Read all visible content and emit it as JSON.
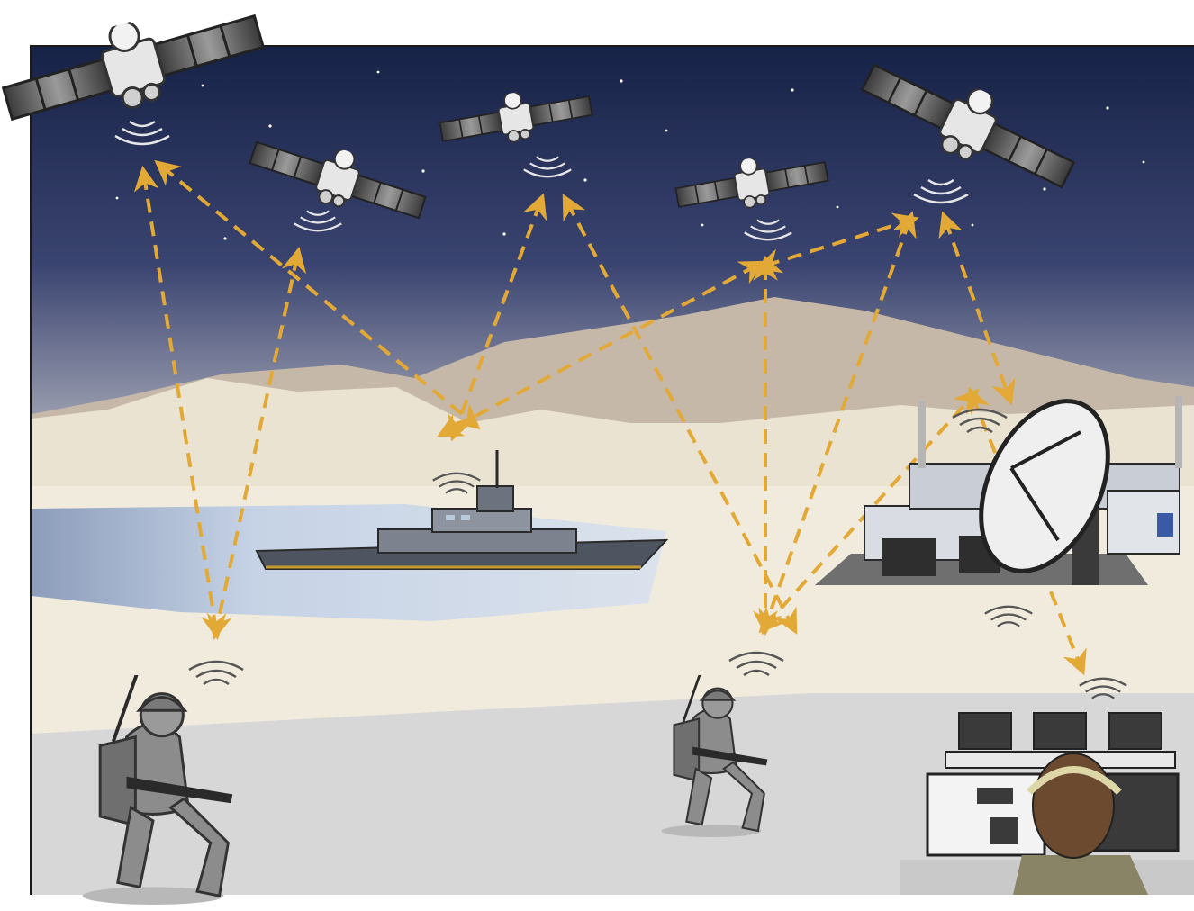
{
  "diagram": {
    "colors": {
      "sky_top": "#172247",
      "sky_bottom": "#9fa3b4",
      "far_mountains": "#c5b8a8",
      "near_hills": "#ebe3d1",
      "desert": "#f1ebdd",
      "water": "#b7c6dc",
      "ground": "#d7d7d7",
      "link": "#e3a936",
      "frame": "#1a1a1a"
    },
    "nodes": [
      {
        "id": "sat-1",
        "kind": "satellite"
      },
      {
        "id": "sat-2",
        "kind": "satellite"
      },
      {
        "id": "sat-3",
        "kind": "satellite"
      },
      {
        "id": "sat-4",
        "kind": "satellite"
      },
      {
        "id": "sat-5",
        "kind": "satellite"
      },
      {
        "id": "ship",
        "kind": "naval-vessel"
      },
      {
        "id": "ground-station",
        "kind": "satellite-dish-facility"
      },
      {
        "id": "soldier-1",
        "kind": "radio-operator"
      },
      {
        "id": "soldier-2",
        "kind": "radio-operator"
      },
      {
        "id": "operator",
        "kind": "control-console"
      }
    ],
    "links": [
      {
        "from": "sat-1",
        "to": "soldier-1",
        "arrows": "both"
      },
      {
        "from": "sat-1",
        "to": "ship",
        "arrows": "both"
      },
      {
        "from": "sat-2",
        "to": "soldier-1",
        "arrows": "both"
      },
      {
        "from": "sat-3",
        "to": "ship",
        "arrows": "both"
      },
      {
        "from": "sat-3",
        "to": "soldier-2",
        "arrows": "both"
      },
      {
        "from": "sat-4",
        "to": "ship",
        "arrows": "both"
      },
      {
        "from": "sat-4",
        "to": "soldier-2",
        "arrows": "both"
      },
      {
        "from": "sat-4",
        "to": "sat-5",
        "arrows": "both"
      },
      {
        "from": "sat-5",
        "to": "soldier-2",
        "arrows": "both"
      },
      {
        "from": "sat-5",
        "to": "ground-station",
        "arrows": "both"
      },
      {
        "from": "soldier-2",
        "to": "ground-station",
        "arrows": "both"
      },
      {
        "from": "ground-station",
        "to": "operator",
        "arrows": "both"
      }
    ]
  }
}
